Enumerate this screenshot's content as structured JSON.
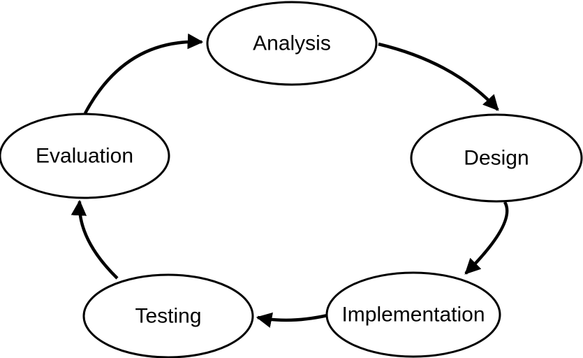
{
  "diagram": {
    "type": "cycle",
    "background_color": "#ffffff",
    "node_fill_color": "#ffffff",
    "node_stroke_color": "#000000",
    "edge_color": "#000000",
    "text_color": "#000000",
    "nodes": [
      {
        "id": "analysis",
        "label": "Analysis"
      },
      {
        "id": "design",
        "label": "Design"
      },
      {
        "id": "implementation",
        "label": "Implementation"
      },
      {
        "id": "testing",
        "label": "Testing"
      },
      {
        "id": "evaluation",
        "label": "Evaluation"
      }
    ],
    "edges": [
      {
        "from": "analysis",
        "to": "design"
      },
      {
        "from": "design",
        "to": "implementation"
      },
      {
        "from": "implementation",
        "to": "testing"
      },
      {
        "from": "testing",
        "to": "evaluation"
      },
      {
        "from": "evaluation",
        "to": "analysis"
      }
    ]
  }
}
